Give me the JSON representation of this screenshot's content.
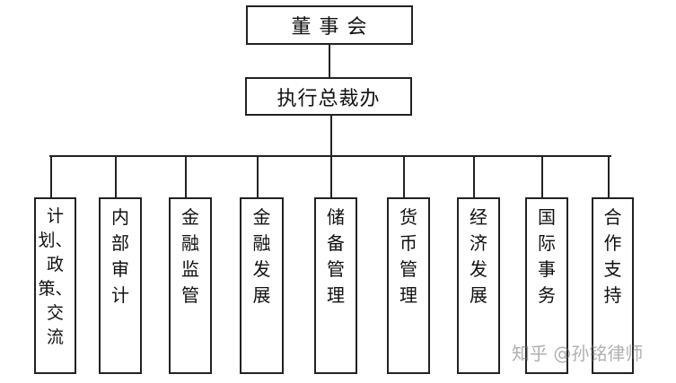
{
  "board": {
    "label": "董 事 会"
  },
  "executive_office": {
    "label": "执行总裁办"
  },
  "departments": [
    {
      "chars": [
        "计",
        "划、",
        "政",
        "策、",
        "交",
        "流"
      ]
    },
    {
      "chars": [
        "内",
        "部",
        "审",
        "计"
      ]
    },
    {
      "chars": [
        "金",
        "融",
        "监",
        "管"
      ]
    },
    {
      "chars": [
        "金",
        "融",
        "发",
        "展"
      ]
    },
    {
      "chars": [
        "储",
        "备",
        "管",
        "理"
      ]
    },
    {
      "chars": [
        "货",
        "币",
        "管",
        "理"
      ]
    },
    {
      "chars": [
        "经",
        "济",
        "发",
        "展"
      ]
    },
    {
      "chars": [
        "国",
        "际",
        "事",
        "务"
      ]
    },
    {
      "chars": [
        "合",
        "作",
        "支",
        "持"
      ]
    }
  ],
  "watermark": {
    "text": "知乎 @孙铭律师"
  }
}
